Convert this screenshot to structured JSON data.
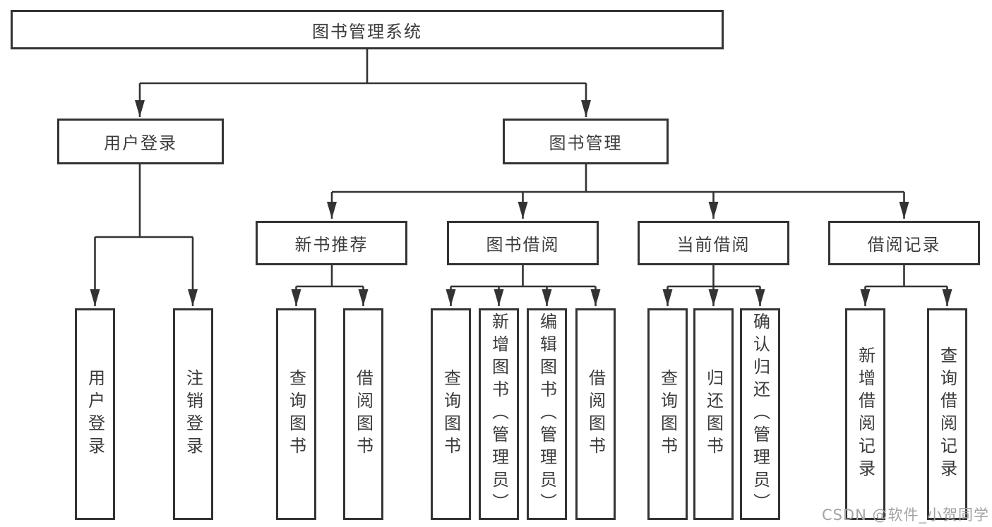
{
  "diagram": {
    "type": "tree",
    "root": {
      "label": "图书管理系统",
      "children": [
        {
          "label": "用户登录",
          "children": [
            {
              "label": "用户登录"
            },
            {
              "label": "注销登录"
            }
          ]
        },
        {
          "label": "图书管理",
          "children": [
            {
              "label": "新书推荐",
              "children": [
                {
                  "label": "查询图书"
                },
                {
                  "label": "借阅图书"
                }
              ]
            },
            {
              "label": "图书借阅",
              "children": [
                {
                  "label": "查询图书"
                },
                {
                  "label": "新增图书（管理员）"
                },
                {
                  "label": "编辑图书（管理员）"
                },
                {
                  "label": "借阅图书"
                }
              ]
            },
            {
              "label": "当前借阅",
              "children": [
                {
                  "label": "查询图书"
                },
                {
                  "label": "归还图书"
                },
                {
                  "label": "确认归还（管理员）"
                }
              ]
            },
            {
              "label": "借阅记录",
              "children": [
                {
                  "label": "新增借阅记录"
                },
                {
                  "label": "查询借阅记录"
                }
              ]
            }
          ]
        }
      ]
    }
  },
  "watermark": "CSDN @软件_小贺同学",
  "colors": {
    "line": "#333333",
    "text": "#3b3b3b",
    "background": "#ffffff",
    "watermark": "#a3a3a3"
  }
}
